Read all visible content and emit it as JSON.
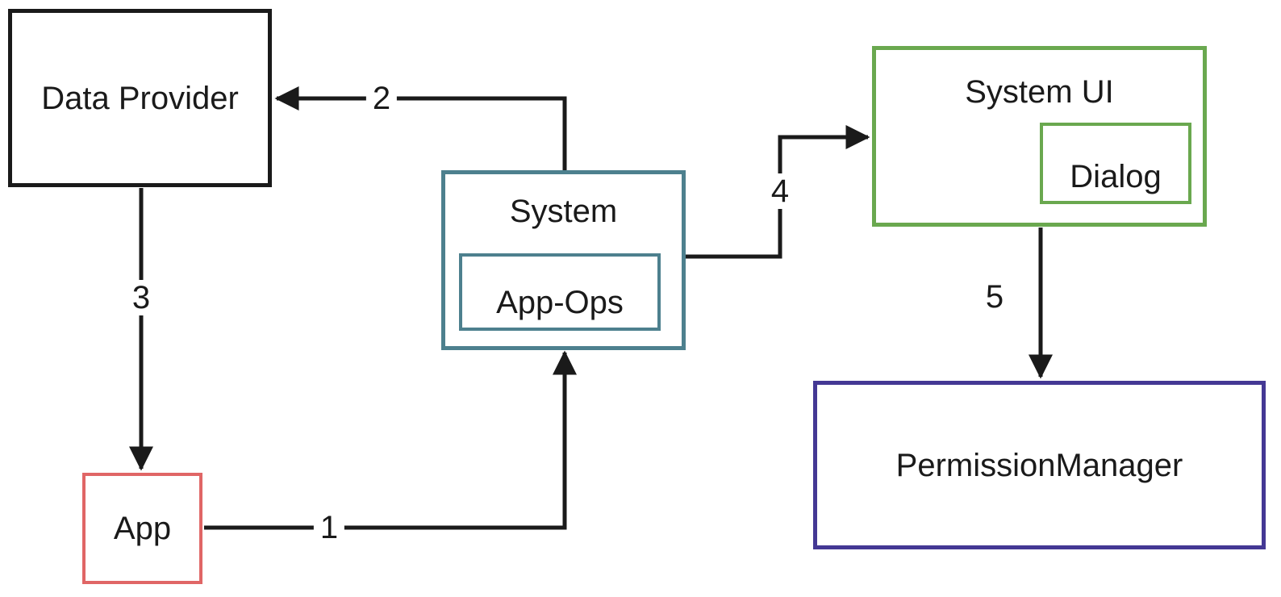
{
  "diagram": {
    "background_color": "#ffffff",
    "arrow_color": "#1a1a1a",
    "nodes": {
      "data_provider": {
        "label": "Data Provider",
        "border_color": "#1a1a1a"
      },
      "system": {
        "label": "System",
        "border_color": "#4d808e"
      },
      "app_ops": {
        "label": "App-Ops",
        "border_color": "#4d808e",
        "parent": "system"
      },
      "system_ui": {
        "label": "System UI",
        "border_color": "#6aa84f"
      },
      "dialog": {
        "label": "Dialog",
        "border_color": "#6aa84f",
        "parent": "system_ui"
      },
      "permission_manager": {
        "label": "PermissionManager",
        "border_color": "#443894"
      },
      "app": {
        "label": "App",
        "border_color": "#e06666"
      }
    },
    "edges": [
      {
        "label": "1",
        "from": "app",
        "to": "system"
      },
      {
        "label": "2",
        "from": "system",
        "to": "data_provider"
      },
      {
        "label": "3",
        "from": "data_provider",
        "to": "app"
      },
      {
        "label": "4",
        "from": "system",
        "to": "system_ui"
      },
      {
        "label": "5",
        "from": "system_ui",
        "to": "permission_manager"
      }
    ]
  }
}
